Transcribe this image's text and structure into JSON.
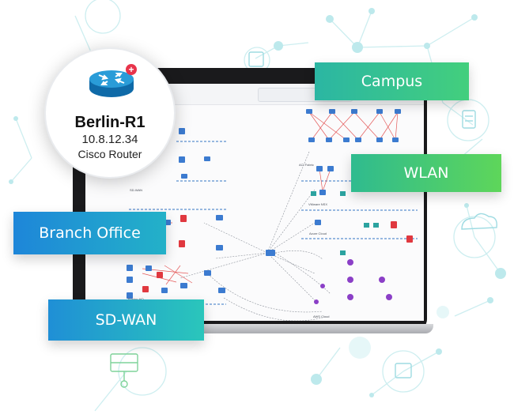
{
  "tags": {
    "campus": "Campus",
    "wlan": "WLAN",
    "branch": "Branch Office",
    "sdwan": "SD-WAN"
  },
  "device": {
    "name": "Berlin-R1",
    "ip": "10.8.12.34",
    "type": "Cisco Router",
    "icon": "router-icon",
    "badge_icon": "plus-icon"
  },
  "diagram": {
    "labels": [
      "SD-WAN",
      "ACI Fabric",
      "VMware NSX",
      "Azure Cloud",
      "AWS Cloud",
      "Boston HQ"
    ]
  },
  "colors": {
    "campus": "#3cc38a",
    "wlan": "#4fcf6c",
    "branch": "#2196d3",
    "sdwan": "#24aec9",
    "network_lines": "#bfe6ea",
    "node_dots": "#a8dde4"
  }
}
